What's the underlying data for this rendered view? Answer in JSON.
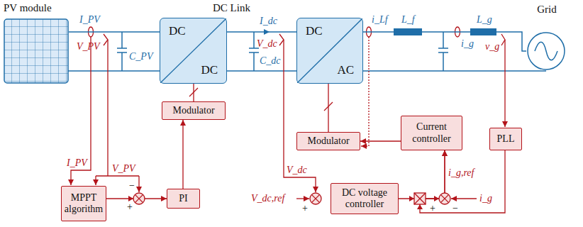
{
  "diagram": {
    "nodes": [
      {
        "text": [
          "PV module"
        ]
      },
      {
        "text": [
          "DC",
          "DC"
        ]
      },
      {
        "text": [
          "DC",
          "AC"
        ]
      },
      {
        "text": [
          "Grid"
        ]
      },
      {
        "text": [
          "Modulator"
        ]
      },
      {
        "text": [
          "Modulator"
        ]
      },
      {
        "text": [
          "Current controller"
        ]
      },
      {
        "text": [
          "PLL"
        ]
      },
      {
        "text": [
          "MPPT algorithm"
        ]
      },
      {
        "text": [
          "PI"
        ]
      },
      {
        "text": [
          "DC voltage controller"
        ]
      }
    ],
    "edges": [
      {
        "from": 0,
        "to": 1,
        "arrow": "none"
      },
      {
        "from": 1,
        "to": 2,
        "arrow": "none"
      },
      {
        "from": 2,
        "to": 3,
        "arrow": "none"
      },
      {
        "from": 8,
        "to": 9,
        "arrow": "to"
      },
      {
        "from": 9,
        "to": 4,
        "arrow": "to"
      },
      {
        "from": 4,
        "to": 1,
        "arrow": "none"
      },
      {
        "from": 5,
        "to": 2,
        "arrow": "none"
      },
      {
        "from": 6,
        "to": 5,
        "arrow": "to"
      },
      {
        "from": 10,
        "to": 6,
        "arrow": "to"
      },
      {
        "from": 7,
        "to": 6,
        "arrow": "to"
      }
    ],
    "labels": [
      "I_PV",
      "V_PV",
      "C_PV",
      "DC Link",
      "I_dc",
      "V_dc",
      "C_dc",
      "i_Lf",
      "L_f",
      "i_g",
      "L_g",
      "v_g",
      "I_PV",
      "V_PV",
      "−",
      "+",
      "V_dc",
      "V_dc,ref",
      "+",
      "i_g,ref",
      "+",
      "−",
      "i_g"
    ]
  }
}
